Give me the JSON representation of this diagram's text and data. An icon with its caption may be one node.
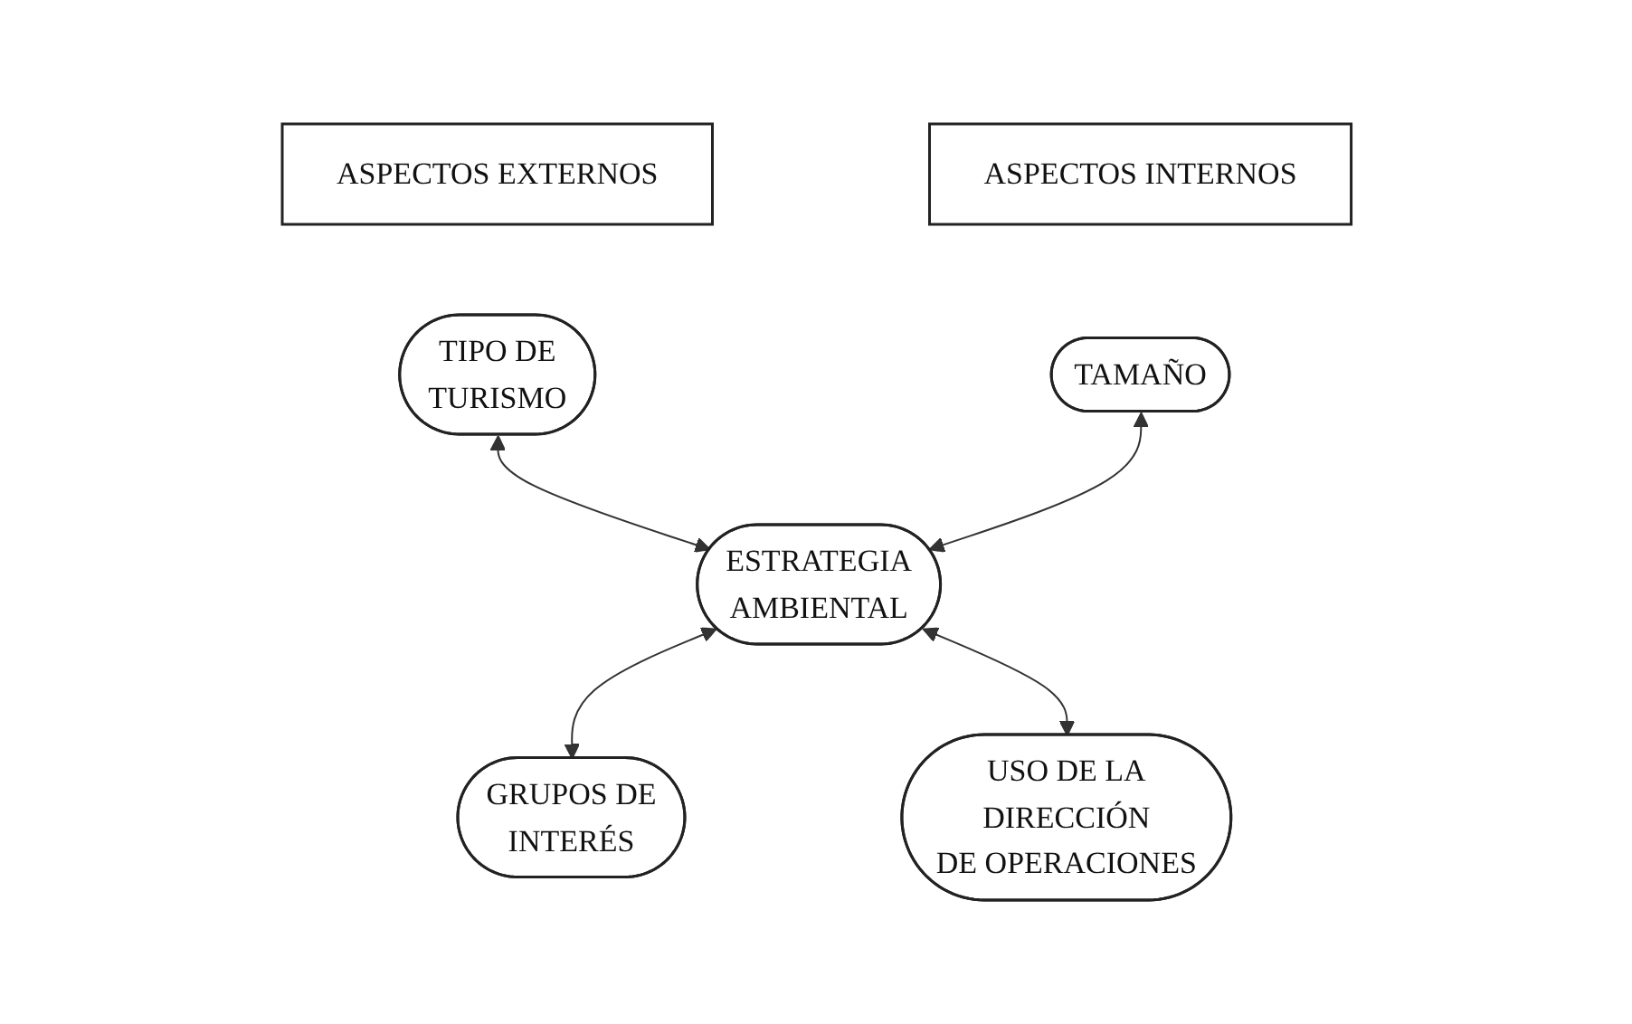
{
  "diagram": {
    "nodes": [
      {
        "text": [
          "ASPECTOS EXTERNOS"
        ]
      },
      {
        "text": [
          "ASPECTOS INTERNOS"
        ]
      },
      {
        "text": [
          "TIPO DE TURISMO"
        ]
      },
      {
        "text": [
          "TAMAÑO"
        ]
      },
      {
        "text": [
          "ESTRATEGIA AMBIENTAL"
        ]
      },
      {
        "text": [
          "GRUPOS DE INTERÉS"
        ]
      },
      {
        "text": [
          "USO DE LA DIRECCIÓN DE OPERACIONES"
        ]
      }
    ],
    "edges": [
      {
        "from": 2,
        "to": 4,
        "arrow": "both"
      },
      {
        "from": 3,
        "to": 4,
        "arrow": "both"
      },
      {
        "from": 4,
        "to": 5,
        "arrow": "both"
      },
      {
        "from": 4,
        "to": 6,
        "arrow": "both"
      }
    ]
  }
}
